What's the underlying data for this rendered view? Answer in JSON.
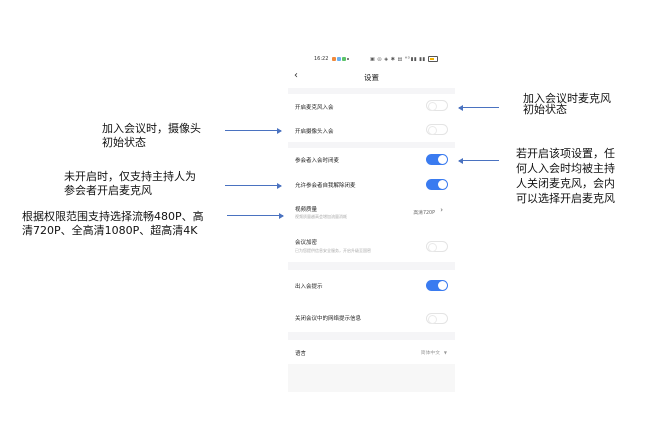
{
  "status_bar": {
    "time": "16:22",
    "icons": [
      "app-notification-icons",
      "nfc-icon",
      "vibrate-icon",
      "wifi-icon",
      "bluetooth-icon",
      "hd-icon",
      "signal-4g-icon",
      "signal-icon",
      "battery-icon"
    ],
    "sys_text": "▣ ◎ ◈ ✱ ▤ ᴴᴰ▮▮ ▮▮"
  },
  "header": {
    "back_icon": "‹",
    "title": "设置"
  },
  "settings": {
    "mic_on_join": {
      "label": "开启麦克风入会",
      "state": "off"
    },
    "camera_on_join": {
      "label": "开启摄像头入会",
      "state": "off"
    },
    "mute_on_join": {
      "label": "参会者入会时闭麦",
      "state": "on"
    },
    "allow_self_unmute": {
      "label": "允许参会者自我解除闭麦",
      "state": "on"
    },
    "video_quality": {
      "label": "视频质量",
      "sub": "视频质量越高会增加流量消耗",
      "value": "高清720P",
      "chevron": "›"
    },
    "encryption": {
      "label": "会议加密",
      "sub": "已为您提供信息安全服务，开启升级至国密",
      "state": "off"
    },
    "join_leave_prompt": {
      "label": "出入会提示",
      "state": "on"
    },
    "hide_network_tips": {
      "label": "关闭会议中的网络提示信息",
      "state": "off"
    },
    "language": {
      "label": "语言",
      "value": "简体中文",
      "caret": "▼"
    }
  },
  "annotations": {
    "left": [
      {
        "lines": [
          "加入会议时，摄像头",
          "初始状态"
        ]
      },
      {
        "lines": [
          "未开启时，仅支持主持人为",
          "参会者开启麦克风"
        ]
      },
      {
        "lines": [
          "根据权限范围支持选择流畅480P、高",
          "清720P、全高清1080P、超高清4K"
        ]
      }
    ],
    "right": [
      {
        "lines": [
          "加入会议时麦克风",
          "初始状态"
        ]
      },
      {
        "lines": [
          "若开启该项设置，任",
          "何人入会时均被主持",
          "人关闭麦克风，会内",
          "可以选择开启麦克风"
        ]
      }
    ]
  },
  "colors": {
    "toggle_on": "#3a7bf0",
    "arrow": "#4a72c0",
    "section_gray": "#f5f5f7"
  }
}
